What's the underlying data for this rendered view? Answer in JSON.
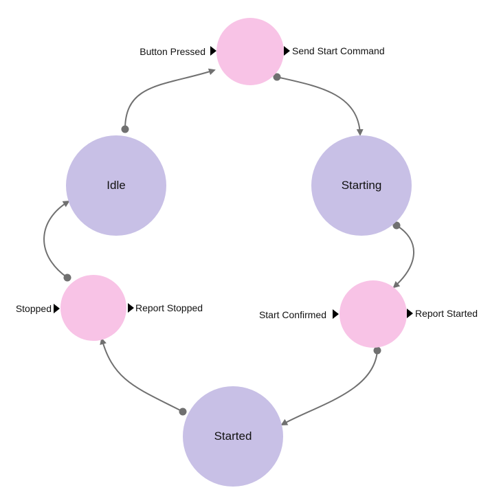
{
  "colors": {
    "state": "#c8c0e6",
    "transition": "#f8c3e6",
    "edge": "#707070",
    "port": "#000000"
  },
  "states": {
    "idle": "Idle",
    "starting": "Starting",
    "started": "Started"
  },
  "transitions": {
    "top": {
      "in": "Button Pressed",
      "out": "Send Start Command"
    },
    "right": {
      "in": "Start Confirmed",
      "out": "Report Started"
    },
    "left": {
      "in": "Stopped",
      "out": "Report Stopped"
    }
  }
}
